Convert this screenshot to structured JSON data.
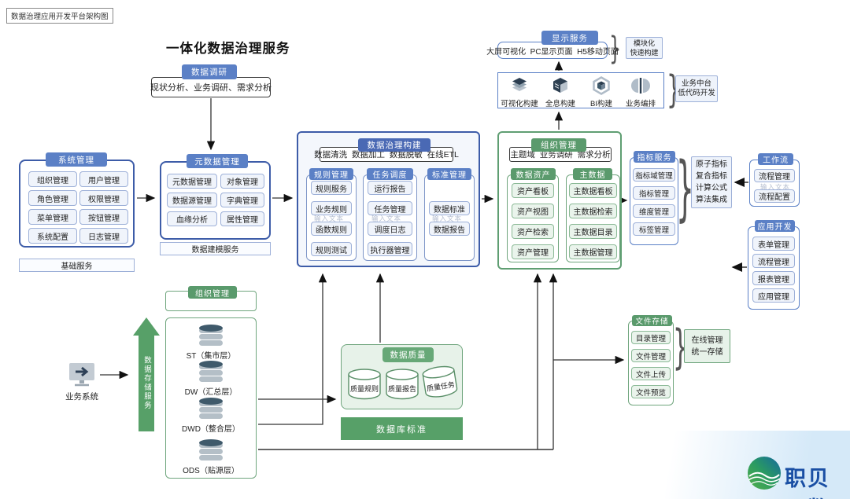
{
  "colors": {
    "blue_accent": "#5b80c6",
    "blue_dark": "#3d5ca8",
    "green_accent": "#5a9a6c",
    "green_solid": "#57a068",
    "logo_blue": "#1a4fa4"
  },
  "header": {
    "doc_tag": "数据治理应用开发平台架构图",
    "title": "一体化数据治理服务"
  },
  "survey": {
    "tab": "数据调研",
    "content": "现状分析、业务调研、需求分析"
  },
  "display_service": {
    "tab": "显示服务",
    "content": "大屏可视化  PC显示页面  H5移动页面",
    "note_lines": [
      "模块化",
      "快速构建"
    ]
  },
  "build_row": {
    "items": [
      {
        "label": "可视化构建",
        "icon": "layers-icon"
      },
      {
        "label": "全息构建",
        "icon": "cube-icon"
      },
      {
        "label": "BI构建",
        "icon": "bi-hexagon-icon"
      },
      {
        "label": "业务编排",
        "icon": "orchestration-icon"
      }
    ],
    "note_lines": [
      "业务中台",
      "低代码开发"
    ]
  },
  "system_mgmt": {
    "tab": "系统管理",
    "items": [
      "组织管理",
      "用户管理",
      "角色管理",
      "权限管理",
      "菜单管理",
      "按钮管理",
      "系统配置",
      "日志管理"
    ],
    "footer": "基础服务"
  },
  "metadata_mgmt": {
    "tab": "元数据管理",
    "items": [
      "元数据管理",
      "对象管理",
      "数据源管理",
      "字典管理",
      "血缘分析",
      "属性管理"
    ],
    "footer": "数据建模服务"
  },
  "governance": {
    "tab": "数据治理构建",
    "strip": "数据清洗  数据加工  数据脱敏  在线ETL",
    "rule_mgmt": {
      "tab": "规则管理",
      "items": [
        "规则服务",
        "业务规则",
        "函数规则",
        "规则测试"
      ],
      "ghost": "输入文本"
    },
    "task_sched": {
      "tab": "任务调度",
      "items": [
        "运行报告",
        "任务管理",
        "调度日志",
        "执行器管理"
      ],
      "ghost": "输入文本"
    },
    "std_mgmt": {
      "tab": "标准管理",
      "items": [
        "数据标准",
        "数据报告"
      ],
      "ghost": "输入文本"
    }
  },
  "org_mgmt": {
    "tab": "组织管理",
    "strip": "主题域  业务调研  需求分析",
    "data_asset": {
      "tab": "数据资产",
      "items": [
        "资产看板",
        "资产视图",
        "资产检索",
        "资产管理"
      ]
    },
    "master_data": {
      "tab": "主数据",
      "items": [
        "主数据看板",
        "主数据检索",
        "主数据目录",
        "主数据管理"
      ]
    }
  },
  "indicator": {
    "tab": "指标服务",
    "items": [
      "指标域管理",
      "指标管理",
      "维度管理",
      "标签管理"
    ],
    "note_lines": [
      "原子指标",
      "复合指标",
      "计算公式",
      "算法集成"
    ]
  },
  "workflow": {
    "tab": "工作流",
    "items": [
      "流程管理",
      "流程配置"
    ],
    "ghost": "输入文本"
  },
  "app_dev": {
    "tab": "应用开发",
    "items": [
      "表单管理",
      "流程管理",
      "报表管理",
      "应用管理"
    ]
  },
  "source": {
    "label": "业务系统"
  },
  "storage": {
    "org_tab": "组织管理",
    "arrow_label": "数据存储服务",
    "layers": [
      "ST（集市层）",
      "DW（汇总层）",
      "DWD（整合层）",
      "ODS（贴源层）"
    ]
  },
  "quality": {
    "tab": "数据质量",
    "items": [
      "质量规则",
      "质量报告",
      "质量任务"
    ],
    "footer": "数据库标准"
  },
  "file_storage": {
    "tab": "文件存储",
    "items": [
      "目录管理",
      "文件管理",
      "文件上传",
      "文件预览"
    ],
    "note_lines": [
      "在线管理",
      "统一存储"
    ]
  },
  "logo": {
    "text": "职贝云数"
  }
}
